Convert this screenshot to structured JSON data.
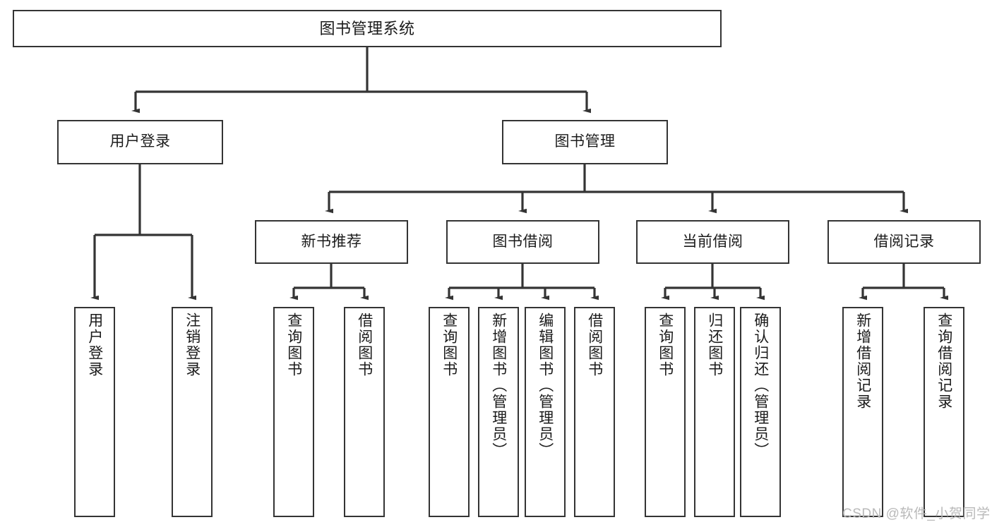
{
  "diagram": {
    "title": "图书管理系统",
    "type": "hierarchy-tree",
    "root": {
      "id": "root",
      "label": "图书管理系统"
    },
    "level2": [
      {
        "id": "user-login",
        "label": "用户登录"
      },
      {
        "id": "book-manage",
        "label": "图书管理"
      }
    ],
    "level3": [
      {
        "id": "new-book-recommend",
        "label": "新书推荐",
        "parent": "book-manage"
      },
      {
        "id": "book-borrow",
        "label": "图书借阅",
        "parent": "book-manage"
      },
      {
        "id": "current-borrow",
        "label": "当前借阅",
        "parent": "book-manage"
      },
      {
        "id": "borrow-record",
        "label": "借阅记录",
        "parent": "book-manage"
      }
    ],
    "leaves": {
      "user_login": [
        {
          "id": "leaf-user-login",
          "label": "用户登录"
        },
        {
          "id": "leaf-user-logout",
          "label": "注销登录"
        }
      ],
      "new_book_recommend": [
        {
          "id": "leaf-query-book-1",
          "label": "查询图书"
        },
        {
          "id": "leaf-borrow-book-1",
          "label": "借阅图书"
        }
      ],
      "book_borrow": [
        {
          "id": "leaf-query-book-2",
          "label": "查询图书"
        },
        {
          "id": "leaf-add-book",
          "label": "新增图书（管理员）"
        },
        {
          "id": "leaf-edit-book",
          "label": "编辑图书（管理员）"
        },
        {
          "id": "leaf-borrow-book-2",
          "label": "借阅图书"
        }
      ],
      "current_borrow": [
        {
          "id": "leaf-query-book-3",
          "label": "查询图书"
        },
        {
          "id": "leaf-return-book",
          "label": "归还图书"
        },
        {
          "id": "leaf-confirm-return",
          "label": "确认归还（管理员）"
        }
      ],
      "borrow_record": [
        {
          "id": "leaf-add-record",
          "label": "新增借阅记录"
        },
        {
          "id": "leaf-query-record",
          "label": "查询借阅记录"
        }
      ]
    },
    "colors": {
      "stroke": "#343434",
      "fill": "#ffffff",
      "text": "#1b1b1b",
      "watermark": "#b9b9b9"
    }
  },
  "watermark": {
    "text": "CSDN @软件_小贺同学"
  }
}
